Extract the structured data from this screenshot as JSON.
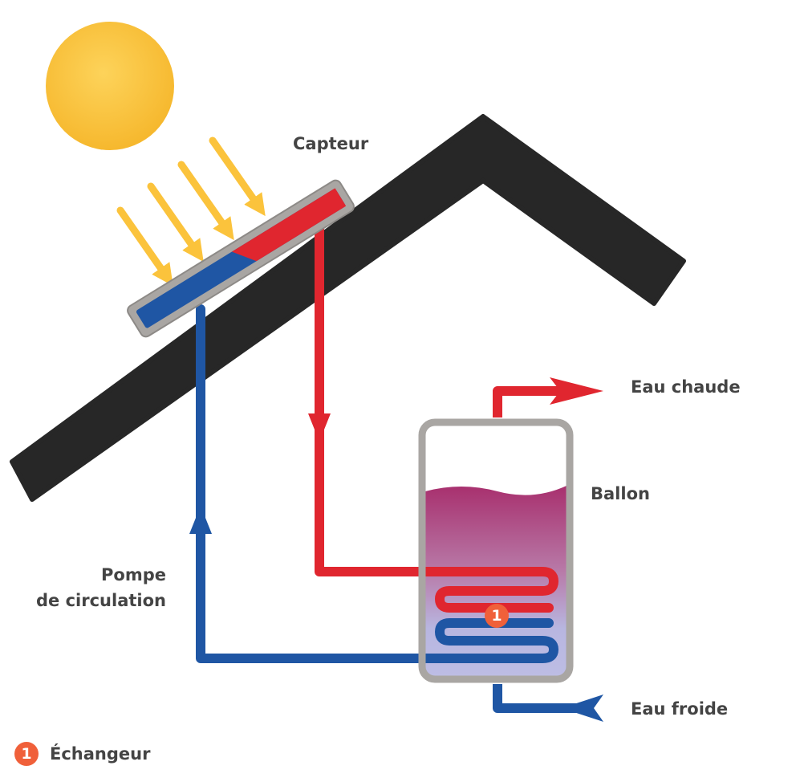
{
  "labels": {
    "collector": "Capteur",
    "hot_water": "Eau chaude",
    "tank": "Ballon",
    "pump_line1": "Pompe",
    "pump_line2": "de circulation",
    "cold_water": "Eau froide"
  },
  "legend": {
    "number": "1",
    "label": "Échangeur"
  },
  "colors": {
    "hot": "#e0262f",
    "cold": "#1f56a4",
    "sun": "#fbc33c",
    "roof": "#272727",
    "frame": "#a9a6a3",
    "badge": "#f0603a"
  }
}
